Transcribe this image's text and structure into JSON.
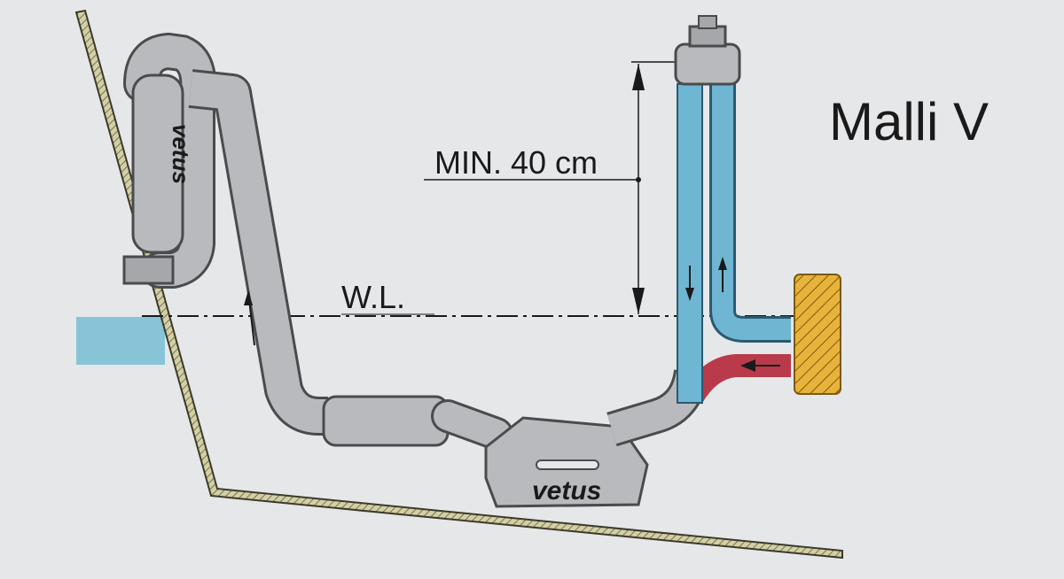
{
  "diagram": {
    "model_title": "Malli V",
    "height_label": "MIN. 40 cm",
    "waterline_label": "W.L.",
    "brand_text": "vetus"
  },
  "colors": {
    "background": "#e6e7e9",
    "pipe_grey": "#b8babd",
    "cooling_in_blue": "#6fb6d3",
    "exhaust_red": "#b83a4b",
    "water_blue": "#88c4d7",
    "engine_yellow": "#e8b33a",
    "hull": "#c9c59a"
  }
}
